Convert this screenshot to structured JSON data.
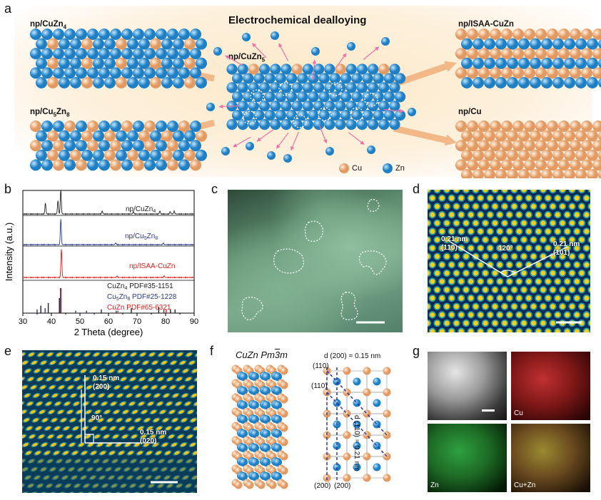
{
  "panel_a": {
    "letter": "a",
    "title": "Electrochemical dealloying",
    "labels": {
      "np_cuzn4": "np/CuZn",
      "np_cuzn4_sub": "4",
      "np_cu5zn8_a": "np/Cu",
      "np_cu5zn8_sub1": "5",
      "np_cu5zn8_b": "Zn",
      "np_cu5zn8_sub2": "8",
      "np_cuzn5": "np/CuZn",
      "np_cuzn5_sub": "5",
      "np_isaa": "np/ISAA-CuZn",
      "np_cu": "np/Cu"
    },
    "legend": {
      "cu": "Cu",
      "zn": "Zn"
    },
    "colors": {
      "cu": "#e39a62",
      "zn": "#1f7fc4",
      "background": "#fbe7c9",
      "arrow": "#f2b888",
      "pink": "#ef6fa8"
    }
  },
  "panel_b": {
    "letter": "b",
    "chart_data": {
      "type": "line",
      "xlabel": "2 Theta (degree)",
      "ylabel": "Intensity (a.u.)",
      "xlim": [
        30,
        90
      ],
      "xticks": [
        "30",
        "40",
        "50",
        "60",
        "70",
        "80",
        "90"
      ],
      "series": [
        {
          "name": "np/CuZn4",
          "name_main": "np/CuZn",
          "name_sub": "4",
          "color": "#222222",
          "peaks": [
            [
              37.9,
              0.45
            ],
            [
              42.3,
              0.55
            ],
            [
              43.3,
              1.0
            ],
            [
              57.8,
              0.12
            ],
            [
              68.7,
              0.1
            ],
            [
              78.0,
              0.12
            ],
            [
              81.6,
              0.1
            ],
            [
              83.0,
              0.12
            ]
          ]
        },
        {
          "name": "np/Cu5Zn8",
          "name_main": "np/Cu",
          "name_sub1": "5",
          "name_mid": "Zn",
          "name_sub2": "8",
          "color": "#2b3a8a",
          "peaks": [
            [
              43.3,
              1.0
            ],
            [
              62.5,
              0.06
            ],
            [
              79.2,
              0.06
            ]
          ]
        },
        {
          "name": "np/ISAA-CuZn",
          "color": "#e0201b",
          "peaks": [
            [
              43.5,
              1.0
            ],
            [
              63.0,
              0.05
            ],
            [
              79.5,
              0.05
            ]
          ]
        }
      ],
      "references": [
        {
          "text": "CuZn",
          "sub": "4",
          "pdf": " PDF#35-1151",
          "color": "#222222",
          "lines": [
            [
              36.3,
              0.3
            ],
            [
              38.9,
              0.4
            ],
            [
              42.8,
              0.6
            ],
            [
              43.2,
              1.0
            ],
            [
              57.5,
              0.15
            ],
            [
              68.0,
              0.2
            ],
            [
              77.6,
              0.25
            ],
            [
              81.7,
              0.15
            ],
            [
              83.3,
              0.15
            ]
          ]
        },
        {
          "text": "Cu",
          "sub1": "5",
          "mid": "Zn",
          "sub2": "8",
          "pdf": " PDF#25-1228",
          "color": "#2b3a8a",
          "lines": [
            [
              35.0,
              0.15
            ],
            [
              37.8,
              0.2
            ],
            [
              43.3,
              0.85
            ],
            [
              48.5,
              0.1
            ],
            [
              52.3,
              0.1
            ],
            [
              62.7,
              0.1
            ],
            [
              79.4,
              0.15
            ]
          ]
        },
        {
          "text": "CuZn",
          "pdf": " PDF#65-6321",
          "color": "#e0201b",
          "lines": [
            [
              43.4,
              1.0
            ],
            [
              63.3,
              0.1
            ],
            [
              80.2,
              0.15
            ]
          ]
        }
      ]
    }
  },
  "panel_c": {
    "letter": "c"
  },
  "panel_d": {
    "letter": "d",
    "spacing_left": "0.21 nm",
    "plane_left": "(110)",
    "angle": "120°",
    "spacing_right": "0.21 nm",
    "plane_right": "(101)"
  },
  "panel_e": {
    "letter": "e",
    "spacing_top": "0.15 nm",
    "plane_top": "(200)",
    "angle": "90°",
    "spacing_bottom": "0.15 nm",
    "plane_bottom": "(020)"
  },
  "panel_f": {
    "letter": "f",
    "title": "CuZn Pm3m",
    "title_main": "CuZn Pm",
    "title_bar": "3",
    "title_end": "m",
    "d200": "d (200) = 0.15 nm",
    "d110": "d (110) = 0.21 nm",
    "plane_110_top": "(110)",
    "plane_110_mid": "(110)",
    "plane_200_left": "(200)",
    "plane_200_right": "(200)"
  },
  "panel_g": {
    "letter": "g",
    "cu": "Cu",
    "zn": "Zn",
    "cuzn": "Cu+Zn"
  }
}
